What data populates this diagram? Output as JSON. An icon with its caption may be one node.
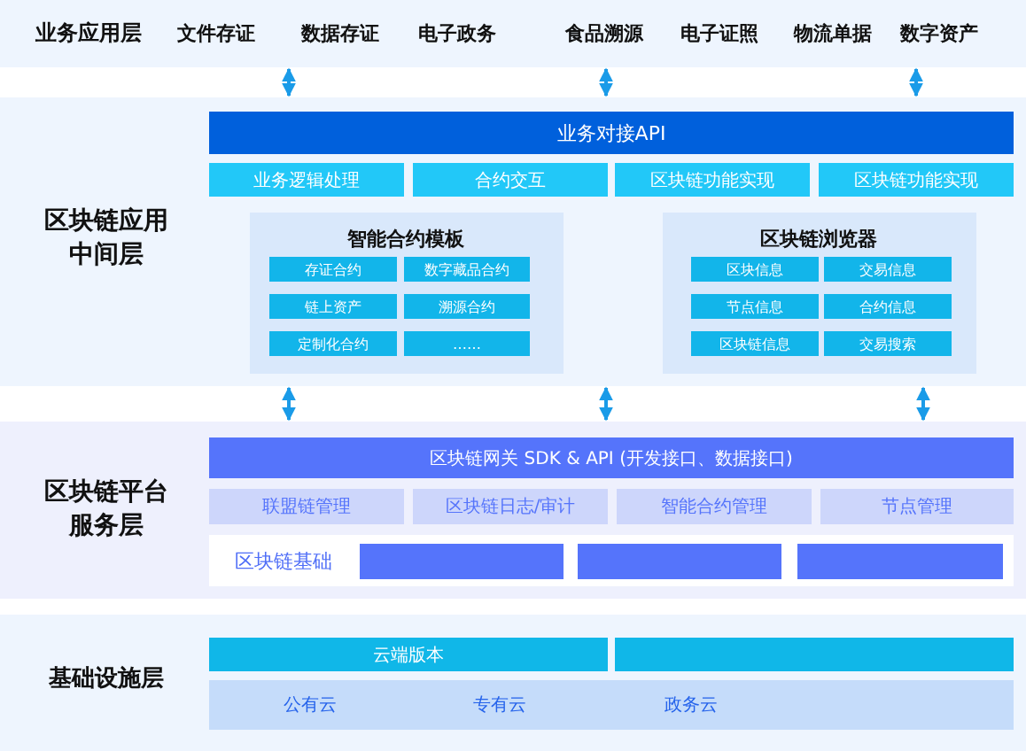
{
  "diagram": {
    "nodes": [
      {
        "text": [
          "业务应用层"
        ]
      },
      {
        "text": [
          "区块链应用中间层"
        ]
      },
      {
        "text": [
          "业务对接API"
        ],
        "in": 1
      },
      {
        "text": [
          "业务逻辑处理"
        ],
        "in": 1
      },
      {
        "text": [
          "合约交互"
        ],
        "in": 1
      },
      {
        "text": [
          "区块链功能实现"
        ],
        "in": 1
      },
      {
        "text": [
          "区块链功能实现"
        ],
        "in": 1
      },
      {
        "text": [
          "智能合约模板"
        ],
        "in": 1
      },
      {
        "text": [
          "存证合约"
        ],
        "in": 7
      },
      {
        "text": [
          "数字藏品合约"
        ],
        "in": 7
      },
      {
        "text": [
          "链上资产"
        ],
        "in": 7
      },
      {
        "text": [
          "溯源合约"
        ],
        "in": 7
      },
      {
        "text": [
          "定制化合约"
        ],
        "in": 7
      },
      {
        "text": [
          "……"
        ],
        "in": 7
      },
      {
        "text": [
          "区块链浏览器"
        ],
        "in": 1
      },
      {
        "text": [
          "区块信息"
        ],
        "in": 14
      },
      {
        "text": [
          "交易信息"
        ],
        "in": 14
      },
      {
        "text": [
          "节点信息"
        ],
        "in": 14
      },
      {
        "text": [
          "合约信息"
        ],
        "in": 14
      },
      {
        "text": [
          "区块链信息"
        ],
        "in": 14
      },
      {
        "text": [
          "交易搜索"
        ],
        "in": 14
      },
      {
        "text": [
          "区块链平台服务层"
        ]
      },
      {
        "text": [
          "区块链网关 SDK & API (开发接口、数据接口)"
        ],
        "in": 21
      },
      {
        "text": [
          "联盟链管理"
        ],
        "in": 21
      },
      {
        "text": [
          "区块链日志/审计"
        ],
        "in": 21
      },
      {
        "text": [
          "智能合约管理"
        ],
        "in": 21
      },
      {
        "text": [
          "节点管理"
        ],
        "in": 21
      },
      {
        "text": [
          "区块链基础"
        ],
        "in": 21
      },
      {
        "text": [],
        "shape": "box",
        "in": 27
      },
      {
        "text": [],
        "shape": "box",
        "in": 27
      },
      {
        "text": [],
        "shape": "box",
        "in": 27
      },
      {
        "text": [
          "基础设施层"
        ]
      },
      {
        "text": [
          "云端版本"
        ],
        "in": 31
      },
      {
        "text": [],
        "shape": "box",
        "in": 31
      },
      {
        "text": [
          "公有云",
          "专有云",
          "政务云"
        ],
        "in": 31
      }
    ],
    "edges": [
      {
        "from": 0,
        "to": 1,
        "arrow": "both"
      },
      {
        "from": 0,
        "to": 1,
        "arrow": "both"
      },
      {
        "from": 0,
        "to": 1,
        "arrow": "both"
      },
      {
        "from": 1,
        "to": 21,
        "arrow": "both"
      },
      {
        "from": 1,
        "to": 21,
        "arrow": "both"
      },
      {
        "from": 1,
        "to": 21,
        "arrow": "both"
      }
    ],
    "labels": [
      "文件存证",
      "数据存证",
      "电子政务",
      "食品溯源",
      "电子证照",
      "物流单据",
      "数字资产"
    ]
  }
}
